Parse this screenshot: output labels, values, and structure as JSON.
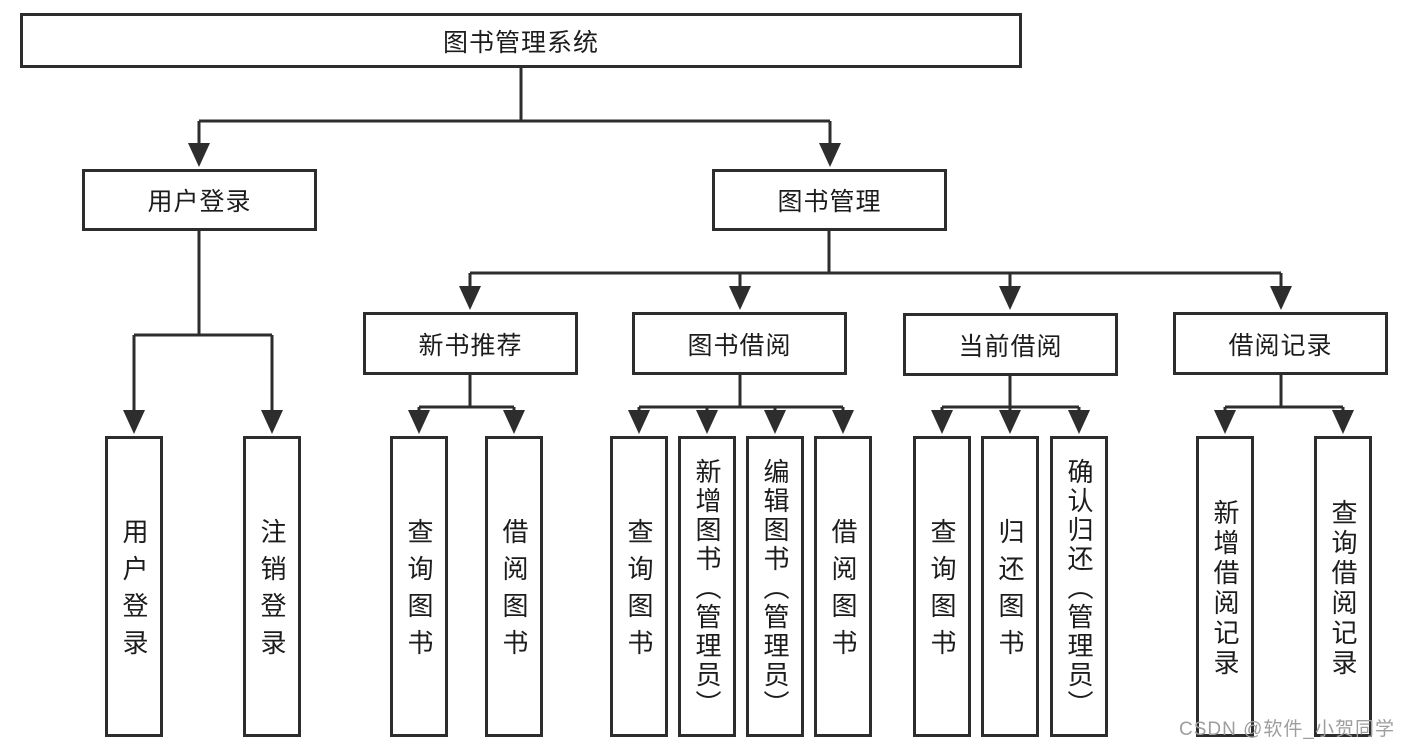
{
  "watermark": "CSDN @软件_小贺同学",
  "colors": {
    "line": "#2d2d2d",
    "text": "#1c1c1c",
    "watermark": "#9e9e9e",
    "background": "#ffffff"
  },
  "tree": {
    "label": "图书管理系统",
    "children": [
      {
        "label": "用户登录",
        "children": [
          {
            "label": "用户登录"
          },
          {
            "label": "注销登录"
          }
        ]
      },
      {
        "label": "图书管理",
        "children": [
          {
            "label": "新书推荐",
            "children": [
              {
                "label": "查询图书"
              },
              {
                "label": "借阅图书"
              }
            ]
          },
          {
            "label": "图书借阅",
            "children": [
              {
                "label": "查询图书"
              },
              {
                "label": "新增图书（管理员）"
              },
              {
                "label": "编辑图书（管理员）"
              },
              {
                "label": "借阅图书"
              }
            ]
          },
          {
            "label": "当前借阅",
            "children": [
              {
                "label": "查询图书"
              },
              {
                "label": "归还图书"
              },
              {
                "label": "确认归还（管理员）"
              }
            ]
          },
          {
            "label": "借阅记录",
            "children": [
              {
                "label": "新增借阅记录"
              },
              {
                "label": "查询借阅记录"
              }
            ]
          }
        ]
      }
    ]
  }
}
